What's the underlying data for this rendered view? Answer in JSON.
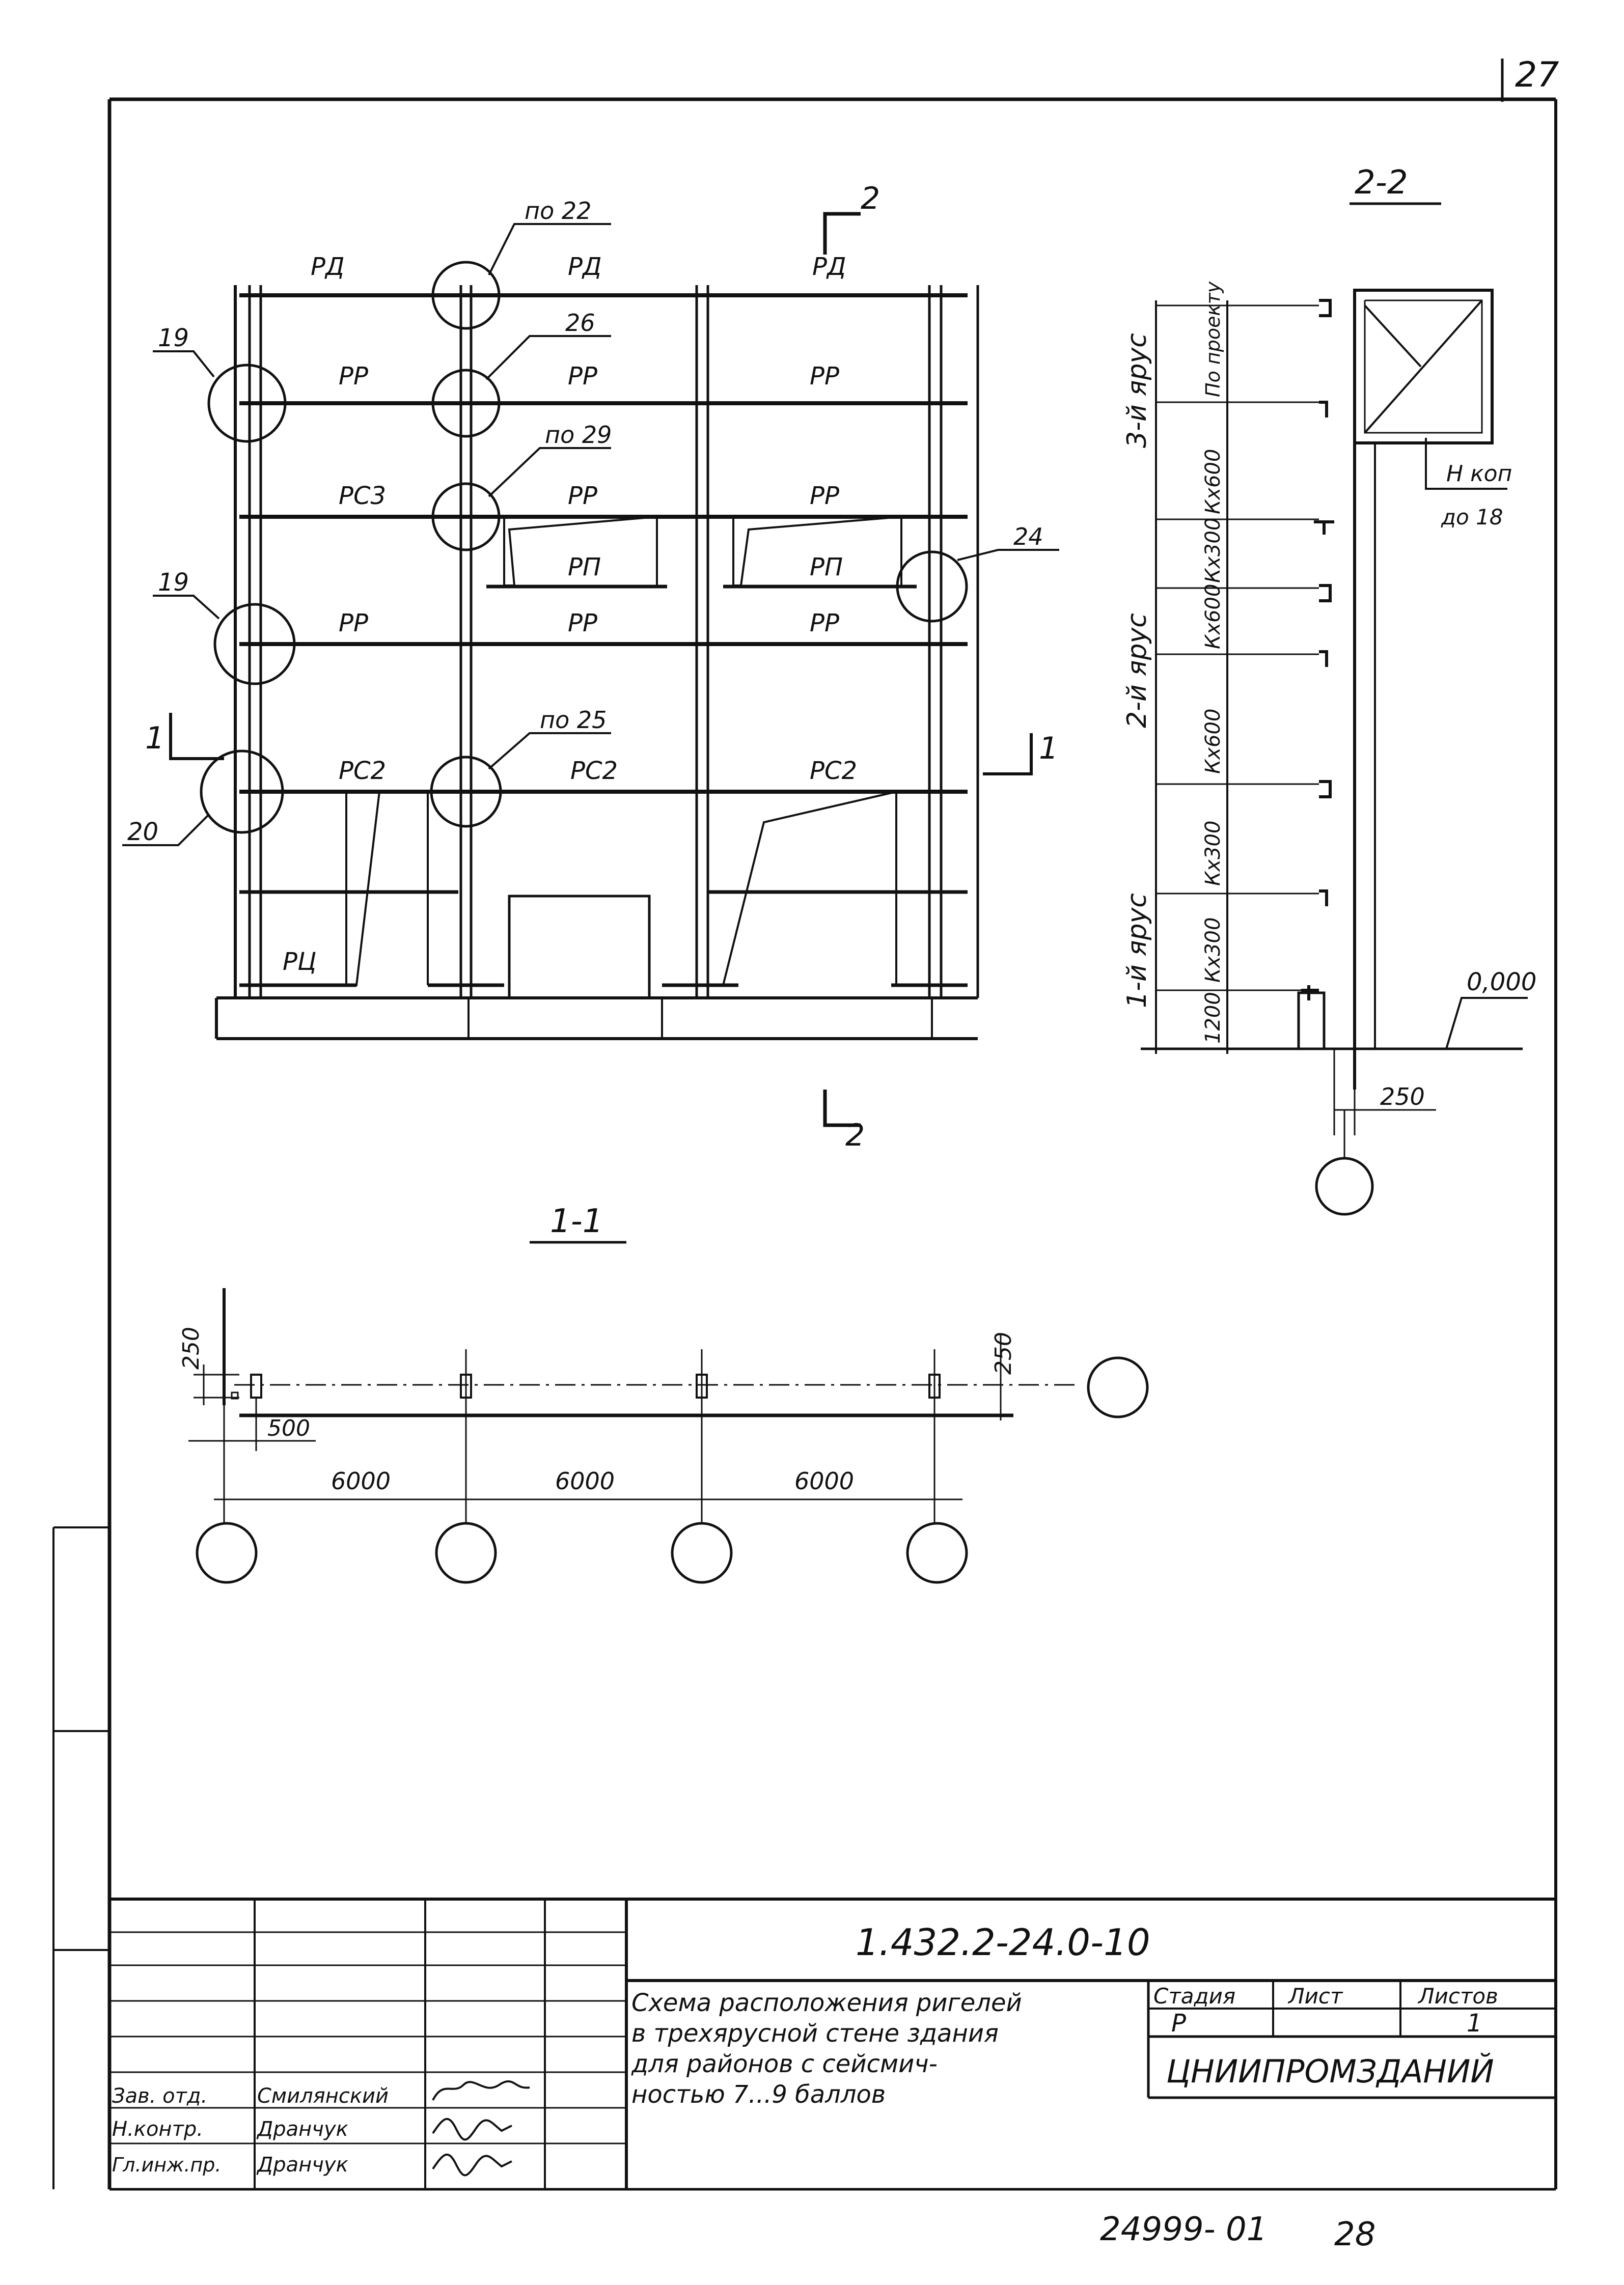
{
  "sheet": {
    "page_number": "27",
    "archive_number": "24999- 01",
    "archive_page": "28"
  },
  "section_2_2": {
    "title": "2-2",
    "marker_top": "2",
    "marker_bottom": "2",
    "tiers": [
      "1-й ярус",
      "2-й ярус",
      "3-й ярус"
    ],
    "dims": [
      "1200",
      "Кх300",
      "Кх300",
      "Кх600",
      "Кх600",
      "Кх300",
      "Кх600",
      "По проекту"
    ],
    "h_label": "Н коп",
    "h_sub": "до 18",
    "level": "0,000",
    "offset": "250"
  },
  "elevation": {
    "beams": {
      "rd": "РД",
      "rr": "РР",
      "rs3": "РС3",
      "rp": "РП",
      "rs2": "РС2",
      "rts": "РЦ"
    },
    "callouts": {
      "c22": "по 22",
      "c26": "26",
      "c29": "по 29",
      "c19a": "19",
      "c19b": "19",
      "c24": "24",
      "c25": "по 25",
      "c20": "20"
    },
    "cut_1": "1"
  },
  "section_1_1": {
    "title": "1-1",
    "dims": {
      "d250_left": "250",
      "d250_right": "250",
      "d500": "500",
      "d6000_a": "6000",
      "d6000_b": "6000",
      "d6000_c": "6000"
    }
  },
  "title_block": {
    "code": "1.432.2-24.0-10",
    "description_lines": [
      "Схема расположения ригелей",
      "в трехярусной стене здания",
      "для районов с сейсмич-",
      "ностью 7...9 баллов"
    ],
    "stage_header": "Стадия",
    "sheet_header": "Лист",
    "sheets_header": "Листов",
    "stage": "Р",
    "sheets_total": "1",
    "organization": "ЦНИИПРОМЗДАНИЙ",
    "signatures": [
      {
        "role": "Зав. отд.",
        "name": "Смилянский"
      },
      {
        "role": "Н.контр.",
        "name": "Дранчук"
      },
      {
        "role": "Гл.инж.пр.",
        "name": "Дранчук"
      }
    ]
  }
}
